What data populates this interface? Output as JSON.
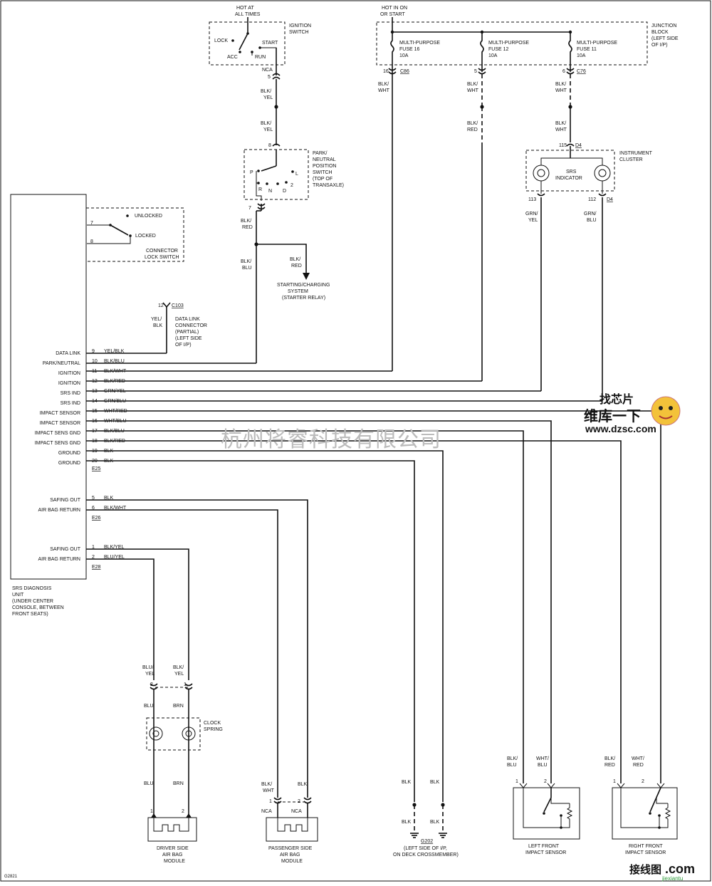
{
  "hot_at_all_times": [
    "HOT AT",
    "ALL TIMES"
  ],
  "hot_in_on": [
    "HOT IN ON",
    "OR START"
  ],
  "ignition_switch": {
    "name": [
      "IGNITION",
      "SWITCH"
    ],
    "lock": "LOCK",
    "acc": "ACC",
    "start": "START",
    "run": "RUN",
    "nca": "NCA",
    "pin": "5"
  },
  "junction_block": {
    "name": [
      "JUNCTION",
      "BLOCK",
      "(LEFT SIDE",
      "OF I/P)"
    ]
  },
  "fuses": [
    {
      "name": [
        "MULTI-PURPOSE",
        "FUSE 16",
        "10A"
      ],
      "pin": "16",
      "conn": "C86",
      "wire": [
        "BLK/",
        "WHT"
      ]
    },
    {
      "name": [
        "MULTI-PURPOSE",
        "FUSE 12",
        "10A"
      ],
      "pin": "5",
      "conn": "",
      "wire": [
        "BLK/",
        "WHT"
      ],
      "wire2": [
        "BLK/",
        "RED"
      ]
    },
    {
      "name": [
        "MULTI-PURPOSE",
        "FUSE 11",
        "10A"
      ],
      "pin": "6",
      "conn": "C76",
      "wire": [
        "BLK/",
        "WHT"
      ],
      "wire2": [
        "BLK/",
        "WHT"
      ]
    }
  ],
  "ign_wire": {
    "a": [
      "BLK/",
      "YEL"
    ],
    "b": [
      "BLK/",
      "YEL"
    ]
  },
  "park_switch": {
    "name": [
      "PARK/",
      "NEUTRAL",
      "POSITION",
      "SWITCH",
      "(TOP OF",
      "TRANSAXLE)"
    ],
    "pin_top": "8",
    "pin_bot": "7",
    "p": "P",
    "r": "R",
    "n": "N",
    "d": "D",
    "two": "2",
    "l": "L"
  },
  "park_wire": {
    "a": [
      "BLK/",
      "RED"
    ],
    "b": [
      "BLK/",
      "BLU"
    ],
    "c": [
      "BLK/",
      "RED"
    ]
  },
  "starting_system": [
    "STARTING/CHARGING",
    "SYSTEM",
    "(STARTER RELAY)"
  ],
  "instrument_cluster": {
    "name": [
      "INSTRUMENT",
      "CLUSTER"
    ],
    "indicator": [
      "SRS",
      "INDICATOR"
    ],
    "pin115": "115",
    "conn_top": "D4",
    "pin113": "113",
    "pin112": "112",
    "conn_bot": "D4",
    "wire_left": [
      "GRN/",
      "YEL"
    ],
    "wire_right": [
      "GRN/",
      "BLU"
    ]
  },
  "connector_lock_switch": {
    "unlocked": "UNLOCKED",
    "locked": "LOCKED",
    "pin7": "7",
    "pin8": "8",
    "name": [
      "CONNECTOR",
      "LOCK SWITCH"
    ]
  },
  "data_link_connector": {
    "pin": "12",
    "conn": "C103",
    "wire": [
      "YEL/",
      "BLK"
    ],
    "name": [
      "DATA LINK",
      "CONNECTOR",
      "(PARTIAL)",
      "(LEFT SIDE",
      "OF I/P)"
    ]
  },
  "srs_unit": {
    "name": [
      "SRS DIAGNOSIS",
      "UNIT",
      "(UNDER CENTER",
      "CONSOLE, BETWEEN",
      "FRONT SEATS)"
    ]
  },
  "e25_rows": [
    {
      "label": "DATA LINK",
      "pin": "9",
      "wire": "YEL/BLK"
    },
    {
      "label": "PARK/NEUTRAL",
      "pin": "10",
      "wire": "BLK/BLU"
    },
    {
      "label": "IGNITION",
      "pin": "11",
      "wire": "BLK/WHT"
    },
    {
      "label": "IGNITION",
      "pin": "12",
      "wire": "BLK/RED"
    },
    {
      "label": "SRS IND",
      "pin": "13",
      "wire": "GRN/YEL"
    },
    {
      "label": "SRS IND",
      "pin": "14",
      "wire": "GRN/BLU"
    },
    {
      "label": "IMPACT SENSOR",
      "pin": "15",
      "wire": "WHT/RED"
    },
    {
      "label": "IMPACT SENSOR",
      "pin": "16",
      "wire": "WHT/BLU"
    },
    {
      "label": "IMPACT SENS GND",
      "pin": "17",
      "wire": "BLK/BLU"
    },
    {
      "label": "IMPACT SENS GND",
      "pin": "18",
      "wire": "BLK/RED"
    },
    {
      "label": "GROUND",
      "pin": "19",
      "wire": "BLK"
    },
    {
      "label": "GROUND",
      "pin": "20",
      "wire": "BLK"
    }
  ],
  "e25": "E25",
  "e26_rows": [
    {
      "label": "SAFING OUT",
      "pin": "5",
      "wire": "BLK"
    },
    {
      "label": "AIR BAG RETURN",
      "pin": "6",
      "wire": "BLK/WHT"
    }
  ],
  "e26": "E26",
  "e28_rows": [
    {
      "label": "SAFING OUT",
      "pin": "1",
      "wire": "BLK/YEL"
    },
    {
      "label": "AIR BAG RETURN",
      "pin": "2",
      "wire": "BLU/YEL"
    }
  ],
  "e28": "E28",
  "clock_spring": {
    "name": [
      "CLOCK",
      "SPRING"
    ],
    "wl": [
      "BLU/",
      "YEL"
    ],
    "wr": [
      "BLK/",
      "YEL"
    ],
    "p2": "2",
    "p1": "1",
    "blu": "BLU",
    "brn": "BRN",
    "blu2": "BLU",
    "brn2": "BRN",
    "m1": "1",
    "m2": "2"
  },
  "driver_module": [
    "DRIVER SIDE",
    "AIR BAG",
    "MODULE"
  ],
  "passenger_module": {
    "name": [
      "PASSENGER SIDE",
      "AIR BAG",
      "MODULE"
    ],
    "wl": [
      "BLK/",
      "WHT"
    ],
    "wr": "BLK",
    "p1": "1",
    "p2": "2",
    "nca1": "NCA",
    "nca2": "NCA"
  },
  "ground": {
    "blk": "BLK",
    "name": "G202",
    "desc": [
      "(LEFT SIDE OF I/P,",
      "ON DECK CROSSMEMBER)"
    ]
  },
  "left_sensor": {
    "name": [
      "LEFT FRONT",
      "IMPACT SENSOR"
    ],
    "wl": [
      "BLK/",
      "BLU"
    ],
    "wr": [
      "WHT/",
      "BLU"
    ],
    "p1": "1",
    "p2": "2"
  },
  "right_sensor": {
    "name": [
      "RIGHT FRONT",
      "IMPACT SENSOR"
    ],
    "wl": [
      "BLK/",
      "RED"
    ],
    "wr": [
      "WHT/",
      "RED"
    ],
    "p1": "1",
    "p2": "2"
  },
  "figure_no": "G2821",
  "watermark_company": "杭州将睿科技有限公司",
  "watermark_site": "www.dzsc.com",
  "watermark_logo": "维库一下",
  "watermark_logo2": "找芯片",
  "watermark_bottom": [
    "接线图",
    ".com"
  ],
  "watermark_bottom_url": "jiexiantu"
}
